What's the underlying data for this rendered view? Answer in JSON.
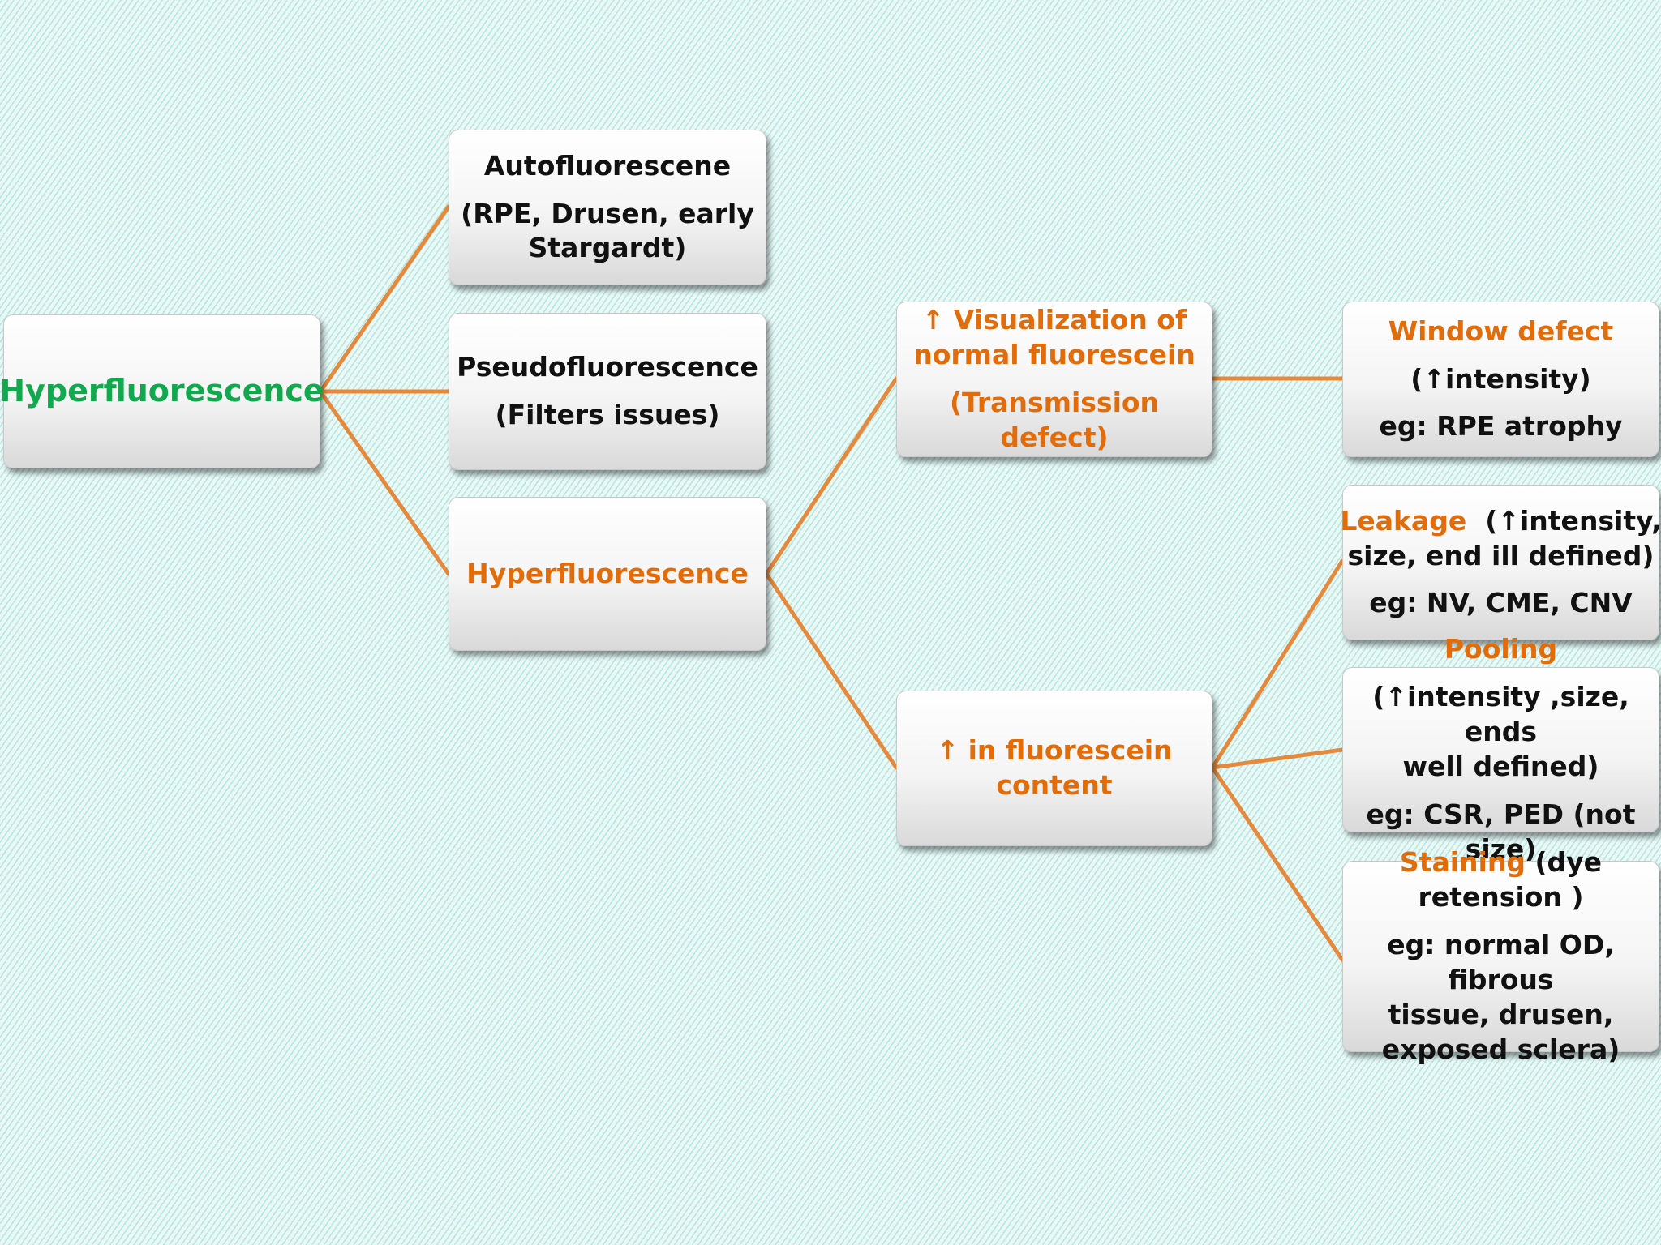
{
  "colors": {
    "connector": "#e58a3c",
    "root_text": "#12a84e",
    "accent_text": "#e36c0a",
    "body_text": "#111111"
  },
  "root": {
    "label": "Hyperfluorescence"
  },
  "autofluorescence": {
    "title": "Autofluorescene",
    "line1": "(RPE, Drusen, early",
    "line2": "Stargardt)"
  },
  "pseudofluorescence": {
    "title": "Pseudofluorescence",
    "detail": "(Filters issues)"
  },
  "hyper_branch": {
    "label": "Hyperfluorescence"
  },
  "visualization": {
    "line1": "↑ Visualization of",
    "line2": "normal fluorescein",
    "line3": "(Transmission defect)"
  },
  "content": {
    "line1": "↑ in fluorescein",
    "line2": "content"
  },
  "window_defect": {
    "title": "Window defect",
    "detail": "(↑intensity)",
    "example": "eg: RPE atrophy"
  },
  "leakage": {
    "title": "Leakage",
    "detail1": "(↑intensity,",
    "detail2": "size, end ill defined)",
    "example": "eg: NV, CME, CNV"
  },
  "pooling": {
    "title": "Pooling",
    "detail1": "(↑intensity ,size, ends",
    "detail2": "well defined)",
    "example": "eg: CSR, PED (not size)"
  },
  "staining": {
    "title": "Staining",
    "detail1": "(dye",
    "detail2": "retension )",
    "example1": "eg: normal OD, fibrous",
    "example2": "tissue, drusen,",
    "example3": "exposed sclera)"
  }
}
